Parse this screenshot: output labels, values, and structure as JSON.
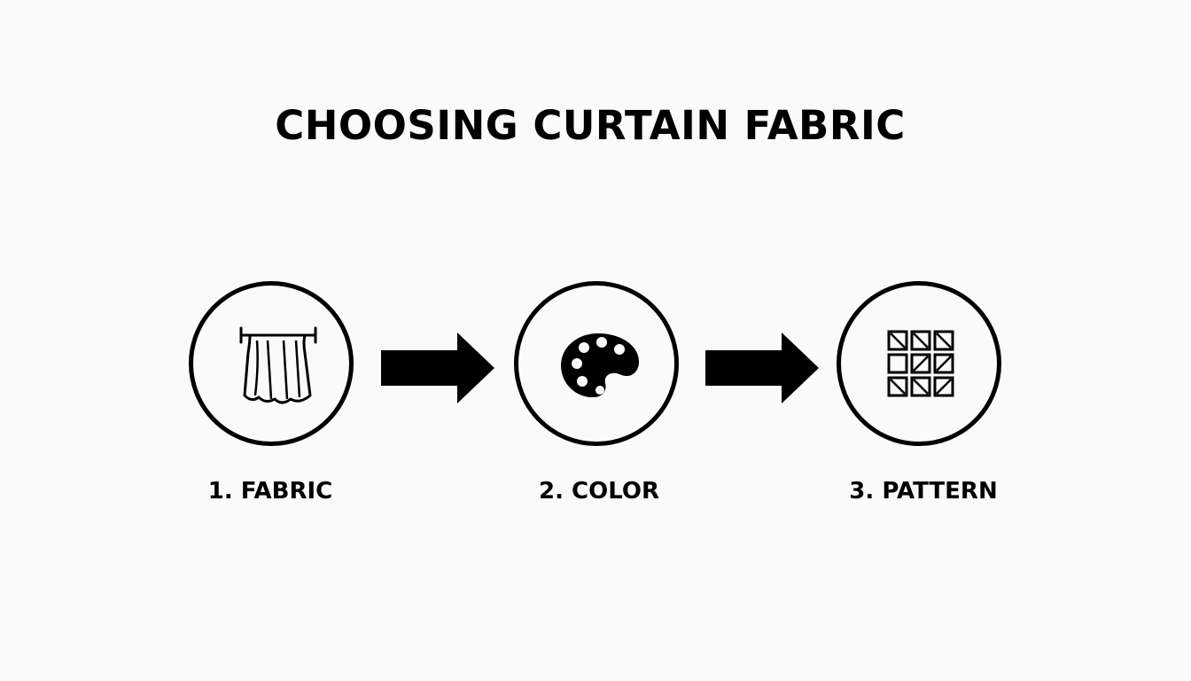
{
  "title": "CHOOSING CURTAIN FABRIC",
  "steps": [
    {
      "label": "1. FABRIC",
      "icon": "curtain-icon"
    },
    {
      "label": "2. COLOR",
      "icon": "palette-icon"
    },
    {
      "label": "3. PATTERN",
      "icon": "pattern-grid-icon"
    }
  ],
  "connectors": [
    "arrow-right-icon",
    "arrow-right-icon"
  ],
  "colors": {
    "foreground": "#000000",
    "background": "#fafafa"
  }
}
